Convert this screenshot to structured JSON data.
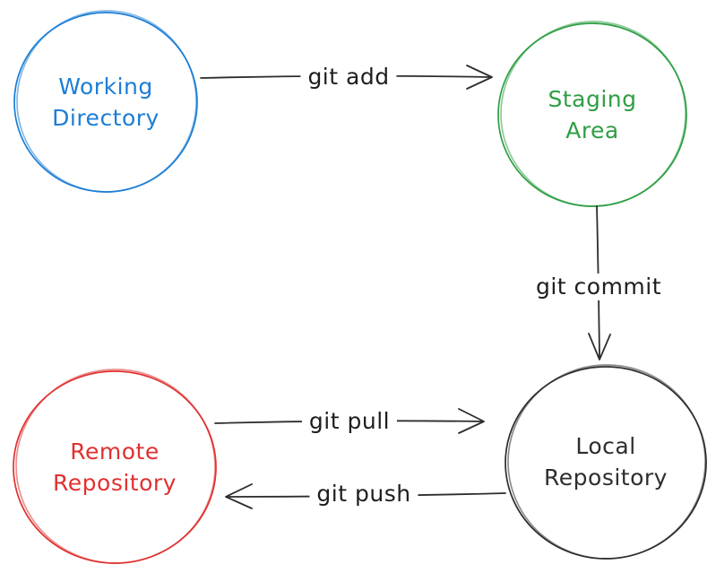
{
  "diagram": {
    "title": "git workflow diagram",
    "background_color": "#ffffff",
    "edge_color": "#2d2d2d"
  },
  "nodes": [
    {
      "id": "working-directory",
      "label": "Working\nDirectory",
      "shape": "circle",
      "color": "#1c7ed6",
      "position": "top-left"
    },
    {
      "id": "staging-area",
      "label": "Staging\nArea",
      "shape": "circle",
      "color": "#2f9e44",
      "position": "top-right"
    },
    {
      "id": "remote-repository",
      "label": "Remote\nRepository",
      "shape": "circle",
      "color": "#e03131",
      "position": "bottom-left"
    },
    {
      "id": "local-repository",
      "label": "Local\nRepository",
      "shape": "circle",
      "color": "#2d2d2d",
      "position": "bottom-right"
    }
  ],
  "edges": [
    {
      "id": "git-add",
      "label": "git add",
      "from": "working-directory",
      "to": "staging-area",
      "direction": "right"
    },
    {
      "id": "git-commit",
      "label": "git commit",
      "from": "staging-area",
      "to": "local-repository",
      "direction": "down"
    },
    {
      "id": "git-pull",
      "label": "git pull",
      "from": "remote-repository",
      "to": "local-repository",
      "direction": "right"
    },
    {
      "id": "git-push",
      "label": "git push",
      "from": "local-repository",
      "to": "remote-repository",
      "direction": "left"
    }
  ]
}
